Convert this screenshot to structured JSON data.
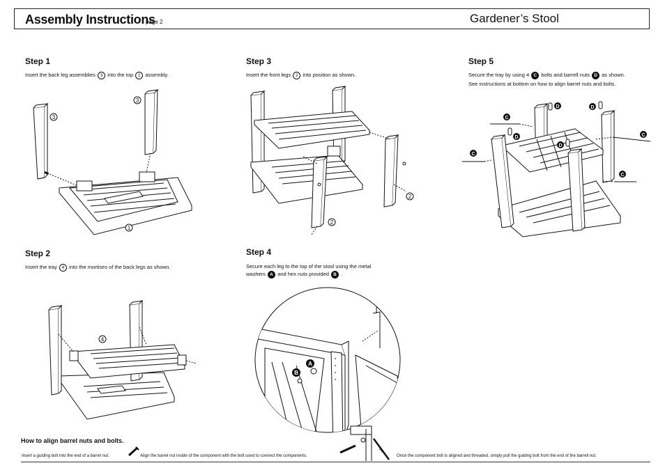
{
  "header": {
    "title": "Assembly Instructions",
    "page": "page 2",
    "product": "Gardener’s Stool"
  },
  "steps": {
    "s1": {
      "title": "Step 1",
      "a": "Insert the back leg assemblies",
      "b": "into the top",
      "c": "assembly.",
      "callout_a": "3",
      "callout_b": "1"
    },
    "s2": {
      "title": "Step 2",
      "a": "Insert the tray",
      "b": "into the mortises of the back legs as shown.",
      "callout_a": "4"
    },
    "s3": {
      "title": "Step 3",
      "a": "Insert the front legs",
      "b": "into position as shown.",
      "callout_a": "2"
    },
    "s4": {
      "title": "Step 4",
      "line1": "Secure each leg to the top of the stool using the metal",
      "a": "washers",
      "b": "and hex nuts provided",
      "c": ".",
      "callout_a": "A",
      "callout_b": "B"
    },
    "s5": {
      "title": "Step 5",
      "a": "Secure the tray by using 4",
      "b": "bolts and barrell nuts",
      "c": "as shown.",
      "line2": "See instructions at bottom on how to align barrel nuts and bolts.",
      "callout_a": "C",
      "callout_b": "D"
    }
  },
  "diagram_labels": {
    "s1": [
      "3",
      "3",
      "1"
    ],
    "s2": [
      "4"
    ],
    "s3": [
      "2",
      "2"
    ],
    "s4": [
      "A",
      "B"
    ],
    "s5": [
      "C",
      "D",
      "D",
      "C",
      "D",
      "C",
      "C",
      "D"
    ]
  },
  "how_to": {
    "title": "How to align barrel nuts and bolts.",
    "t1": "Insert a guiding bolt into the end of a barrel nut.",
    "t2": "Align the barrel nut inside of the component with the bolt used to connect the components.",
    "t3": "Once the component bolt is aligned and threaded, simply pull the guiding bolt from the end of the barrell nut."
  }
}
